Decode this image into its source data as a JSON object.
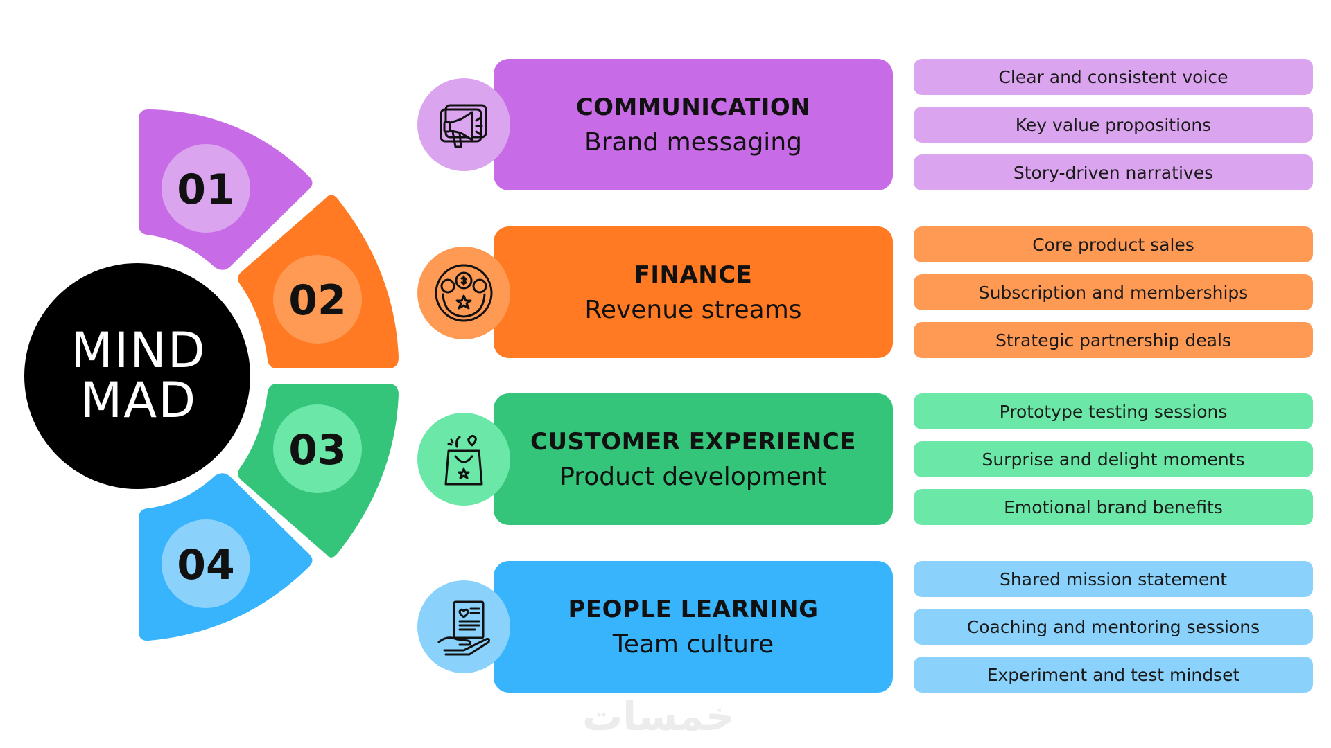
{
  "center": {
    "line1": "MIND",
    "line2": "MAD"
  },
  "colors": {
    "purple": "#C76BE6",
    "purple_light": "#DAA4EE",
    "orange": "#FF7A22",
    "orange_light": "#FF9A55",
    "green": "#34C47A",
    "green_light": "#6BE8A8",
    "blue": "#38B4FC",
    "blue_light": "#8AD2FC",
    "black": "#000000"
  },
  "segments": [
    {
      "number": "01"
    },
    {
      "number": "02"
    },
    {
      "number": "03"
    },
    {
      "number": "04"
    }
  ],
  "branches": [
    {
      "title": "COMMUNICATION",
      "subtitle": "Brand messaging",
      "icon": "megaphone-icon",
      "items": [
        "Clear and consistent voice",
        "Key value propositions",
        "Story-driven narratives"
      ]
    },
    {
      "title": "FINANCE",
      "subtitle": "Revenue streams",
      "icon": "coins-star-icon",
      "items": [
        "Core product sales",
        "Subscription and memberships",
        "Strategic partnership deals"
      ]
    },
    {
      "title": "CUSTOMER EXPERIENCE",
      "subtitle": "Product development",
      "icon": "gift-bag-icon",
      "items": [
        "Prototype testing sessions",
        "Surprise and delight moments",
        "Emotional brand benefits"
      ]
    },
    {
      "title": "PEOPLE LEARNING",
      "subtitle": "Team culture",
      "icon": "hand-document-icon",
      "items": [
        "Shared mission statement",
        "Coaching and mentoring sessions",
        "Experiment and test mindset"
      ]
    }
  ],
  "watermark": "خمسات"
}
